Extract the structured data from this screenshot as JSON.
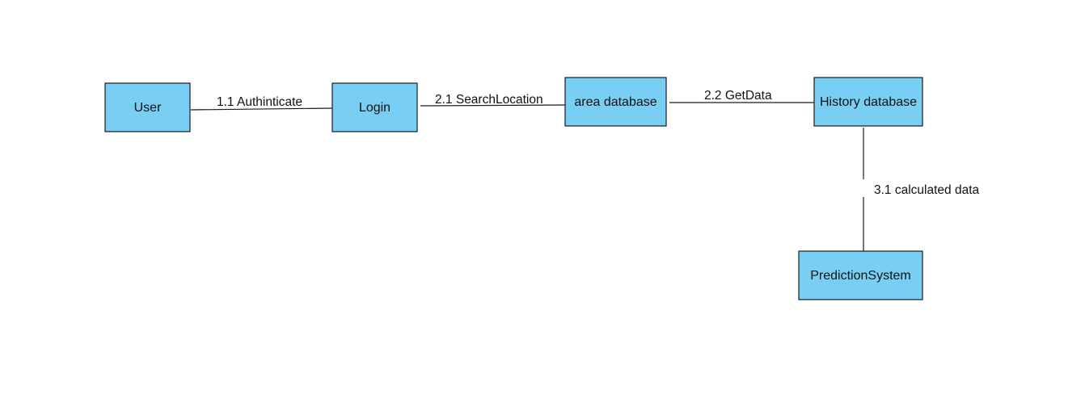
{
  "diagram": {
    "nodes": {
      "user": "User",
      "login": "Login",
      "area_database": "area database",
      "history_database": "History database",
      "prediction_system": "PredictionSystem"
    },
    "edges": {
      "user_login": "1.1 Authinticate",
      "login_area": "2.1 SearchLocation",
      "area_history": "2.2 GetData",
      "history_prediction": "3.1 calculated data"
    },
    "colors": {
      "node_fill": "#79cff3",
      "stroke": "#1b1b1b"
    }
  }
}
